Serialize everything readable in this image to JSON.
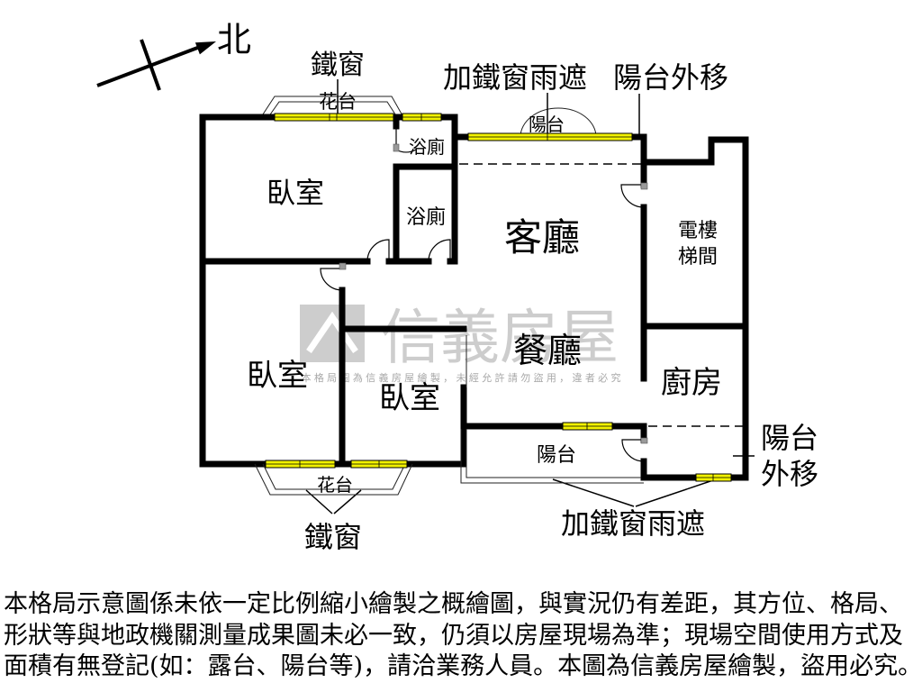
{
  "compass": {
    "north_label": "北"
  },
  "annotations": {
    "top_iron_window": "鐵窗",
    "top_flower_stand": "花台",
    "top_iron_window_rain_shelter": "加鐵窗雨遮",
    "top_balcony_moved_out": "陽台外移",
    "top_balcony": "陽台",
    "bottom_flower_stand": "花台",
    "bottom_iron_window": "鐵窗",
    "bottom_iron_window_rain_shelter": "加鐵窗雨遮",
    "right_balcony_moved_out_line1": "陽台",
    "right_balcony_moved_out_line2": "外移"
  },
  "rooms": {
    "bath_top": "浴廁",
    "bath_middle": "浴廁",
    "bedroom_upper_left": "臥室",
    "living_room": "客廳",
    "elevator_stair_line1": "電樓",
    "elevator_stair_line2": "梯間",
    "dining_room": "餐廳",
    "bedroom_lower_left": "臥室",
    "bedroom_middle": "臥室",
    "kitchen": "廚房",
    "balcony_bottom": "陽台"
  },
  "watermark": {
    "brand": "信義房屋",
    "notice": "本格局圖為信義房屋繪製，未經允許請勿盜用，違者必究"
  },
  "disclaimer": {
    "lines": [
      "本格局示意圖係未依一定比例縮小繪製之概繪圖，與實況仍有差距，其方位、格局、",
      "形狀等與地政機關測量成果圖未必一致，仍須以房屋現場為準；現場空間使用方式及",
      "面積有無登記(如：露台、陽台等)，請洽業務人員。本圖為信義房屋繪製，盜用必究。"
    ]
  },
  "colors": {
    "wall": "#000000",
    "window": "#f2f200",
    "watermark": "#cdcdcd"
  }
}
